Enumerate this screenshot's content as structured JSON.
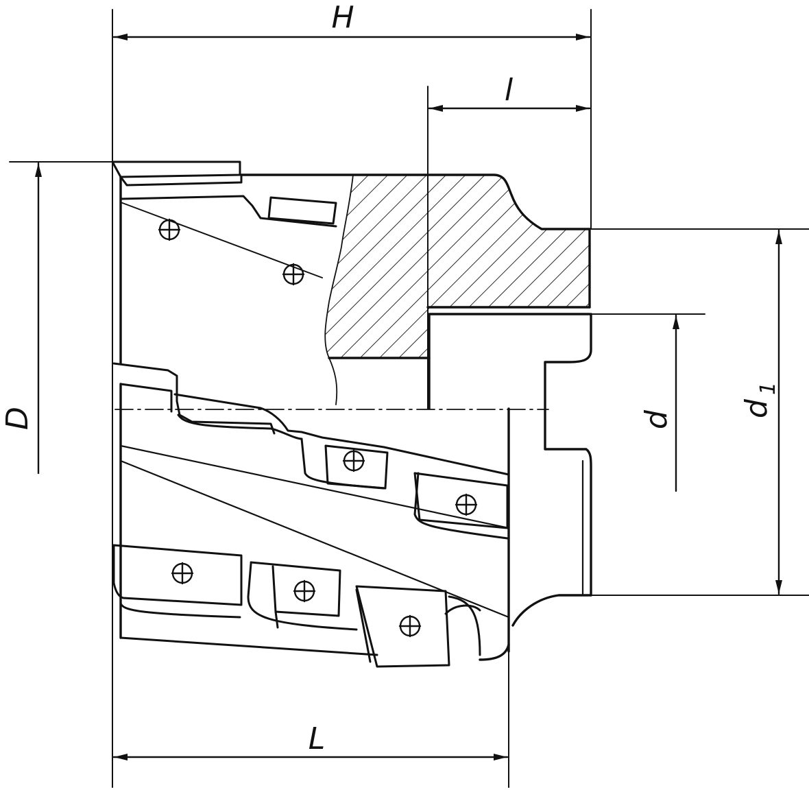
{
  "diagram": {
    "line_color": "#111111",
    "background": "#ffffff",
    "dimensions": {
      "overall_height": "H",
      "shank_length": "l",
      "cutter_diameter": "D",
      "bore_diameter": "d",
      "shank_diameter_main": "d",
      "shank_diameter_sub": "1",
      "cutting_length": "L"
    }
  }
}
